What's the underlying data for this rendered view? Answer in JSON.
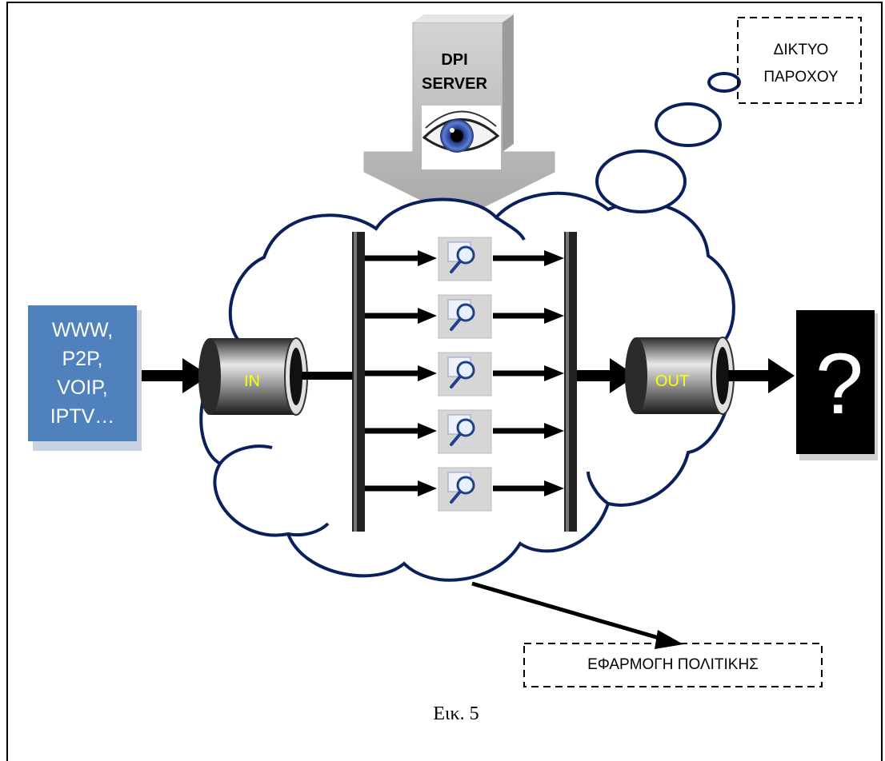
{
  "traffic_box": {
    "text": "WWW,\nP2P,\nVOIP,\nIPTV…",
    "color": "#4f81bd"
  },
  "dpi_server": {
    "label": "DPI SERVER"
  },
  "in_node": {
    "label": "IN"
  },
  "out_node": {
    "label": "OUT"
  },
  "result_box": {
    "label": "?"
  },
  "provider_network": {
    "label": "ΔΙΚΤΥΟ\nΠΑΡΟΧΟΥ"
  },
  "policy_enforcement": {
    "label": "ΕΦΑΡΜΟΓΗ ΠΟΛΙΤΙΚΗΣ"
  },
  "caption": {
    "text": "Εικ. 5"
  },
  "inspection_channels": [
    "channel-1",
    "channel-2",
    "channel-3",
    "channel-4",
    "channel-5"
  ],
  "colors": {
    "cloud_outline": "#0b1f5c",
    "arrow": "#000000",
    "label_yellow": "#ffff00",
    "server_gray": "#bdbdbd"
  }
}
